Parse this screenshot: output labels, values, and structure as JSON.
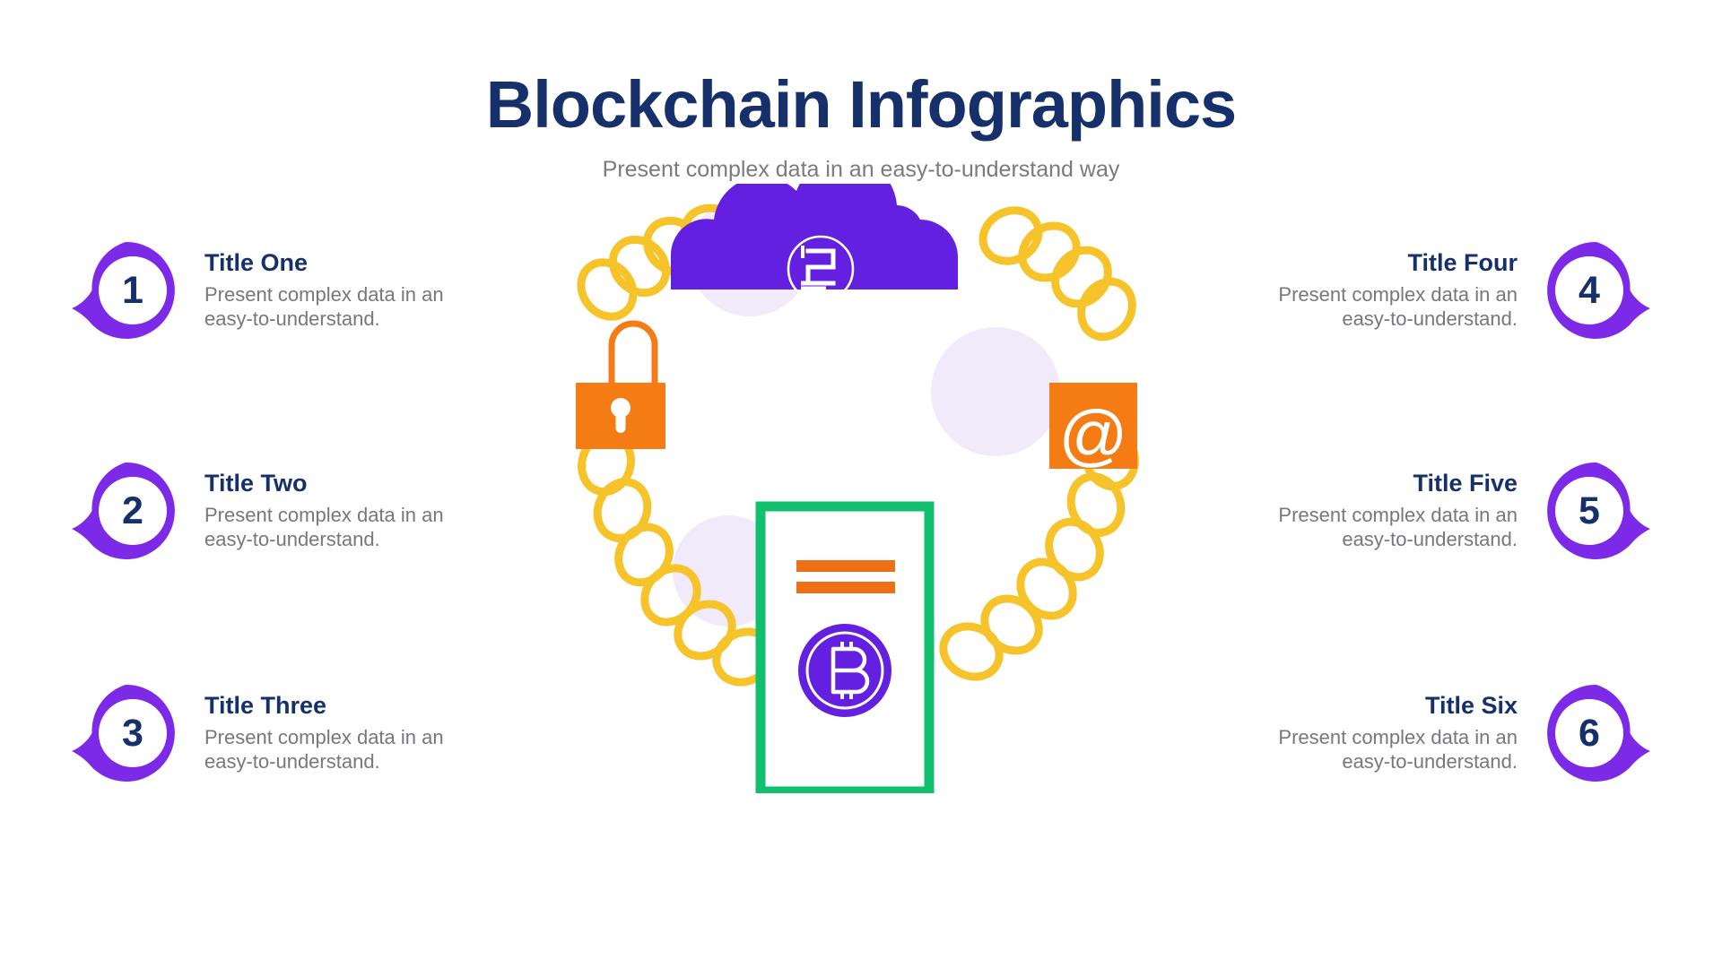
{
  "header": {
    "title": "Blockchain Infographics",
    "subtitle": "Present complex data in an easy-to-understand way"
  },
  "colors": {
    "navy": "#15306b",
    "purple": "#7C2AE8",
    "purple_deep": "#6320E0",
    "gray_text": "#77777c",
    "orange": "#F57C14",
    "orange_dark": "#ED7014",
    "yellow": "#F6C32B",
    "green": "#11BF6E",
    "lavender": "#F1EAFB",
    "white": "#ffffff"
  },
  "items_left": [
    {
      "number": "1",
      "title": "Title One",
      "desc": "Present complex data in an easy-to-understand."
    },
    {
      "number": "2",
      "title": "Title Two",
      "desc": "Present complex data in an easy-to-understand."
    },
    {
      "number": "3",
      "title": "Title Three",
      "desc": "Present complex data in an easy-to-understand."
    }
  ],
  "items_right": [
    {
      "number": "4",
      "title": "Title Four",
      "desc": "Present complex data in an easy-to-understand."
    },
    {
      "number": "5",
      "title": "Title Five",
      "desc": "Present complex data in an easy-to-understand."
    },
    {
      "number": "6",
      "title": "Title Six",
      "desc": "Present complex data in an easy-to-understand."
    }
  ],
  "center_graphic": {
    "icons": [
      {
        "name": "cloud-icon",
        "symbol": "S",
        "color": "#6320E0"
      },
      {
        "name": "padlock-icon",
        "color": "#F57C14"
      },
      {
        "name": "at-sign-icon",
        "symbol": "@",
        "color": "#F57C14"
      },
      {
        "name": "smartphone-icon",
        "color": "#11BF6E"
      },
      {
        "name": "bitcoin-coin-icon",
        "symbol": "B",
        "color": "#6320E0"
      },
      {
        "name": "chain-link-icon",
        "color": "#F6C32B"
      }
    ]
  }
}
